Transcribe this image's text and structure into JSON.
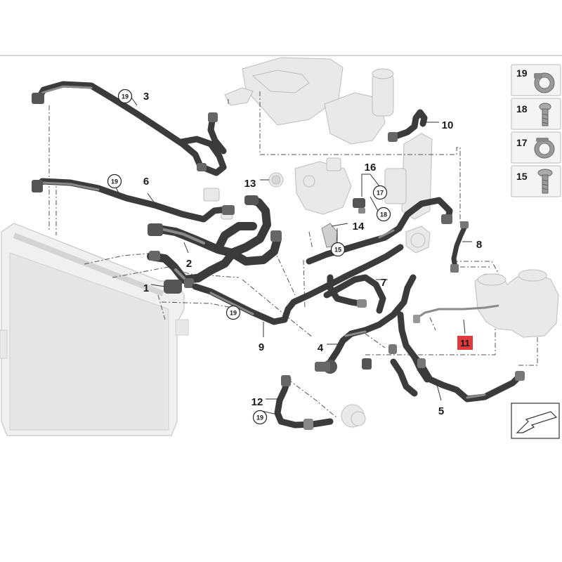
{
  "diagram": {
    "callouts": [
      {
        "id": "c1",
        "text": "1",
        "circled": false,
        "highlight": false
      },
      {
        "id": "c2",
        "text": "2",
        "circled": false,
        "highlight": false
      },
      {
        "id": "c3",
        "text": "3",
        "circled": false,
        "highlight": false
      },
      {
        "id": "c4",
        "text": "4",
        "circled": false,
        "highlight": false
      },
      {
        "id": "c5",
        "text": "5",
        "circled": false,
        "highlight": false
      },
      {
        "id": "c6",
        "text": "6",
        "circled": false,
        "highlight": false
      },
      {
        "id": "c7",
        "text": "7",
        "circled": false,
        "highlight": false
      },
      {
        "id": "c8",
        "text": "8",
        "circled": false,
        "highlight": false
      },
      {
        "id": "c9",
        "text": "9",
        "circled": false,
        "highlight": false
      },
      {
        "id": "c10",
        "text": "10",
        "circled": false,
        "highlight": false
      },
      {
        "id": "c11",
        "text": "11",
        "circled": false,
        "highlight": true
      },
      {
        "id": "c12",
        "text": "12",
        "circled": false,
        "highlight": false
      },
      {
        "id": "c13",
        "text": "13",
        "circled": false,
        "highlight": false
      },
      {
        "id": "c14",
        "text": "14",
        "circled": false,
        "highlight": false
      },
      {
        "id": "c15",
        "text": "15",
        "circled": true,
        "highlight": false
      },
      {
        "id": "c16",
        "text": "16",
        "circled": false,
        "highlight": false
      },
      {
        "id": "c17",
        "text": "17",
        "circled": true,
        "highlight": false
      },
      {
        "id": "c18",
        "text": "18",
        "circled": true,
        "highlight": false
      },
      {
        "id": "c19a",
        "text": "19",
        "circled": true,
        "highlight": false
      },
      {
        "id": "c19b",
        "text": "19",
        "circled": true,
        "highlight": false
      },
      {
        "id": "c19c",
        "text": "19",
        "circled": true,
        "highlight": false
      },
      {
        "id": "c19d",
        "text": "19",
        "circled": true,
        "highlight": false
      }
    ],
    "legend": [
      {
        "id": "l19",
        "text": "19",
        "icon": "hose-clamp-icon"
      },
      {
        "id": "l18",
        "text": "18",
        "icon": "bolt-icon"
      },
      {
        "id": "l17",
        "text": "17",
        "icon": "hose-clamp-icon"
      },
      {
        "id": "l15",
        "text": "15",
        "icon": "screw-icon"
      }
    ],
    "colors": {
      "hose": "#3b3b3b",
      "ghost_parts": "#e9e9e9",
      "highlight": "#e03a3e",
      "lines": "#555555"
    }
  }
}
